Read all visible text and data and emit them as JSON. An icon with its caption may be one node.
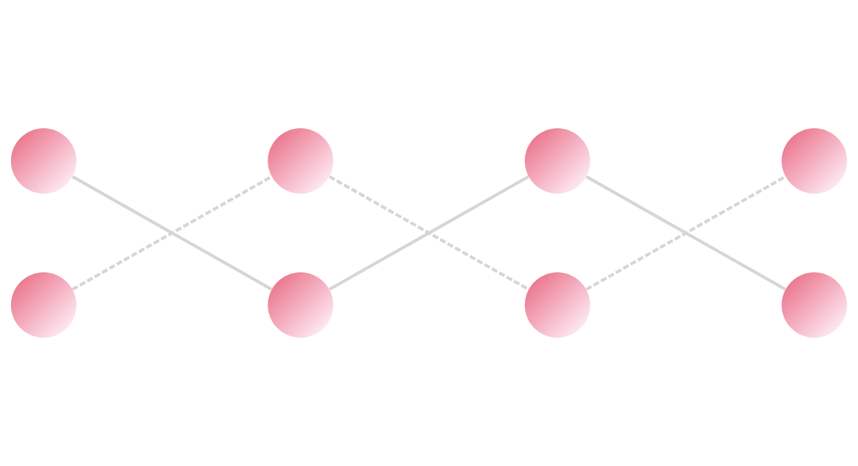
{
  "diagram": {
    "nodes": [
      {
        "text": [],
        "shape": "circle"
      },
      {
        "text": [],
        "shape": "circle"
      },
      {
        "text": [],
        "shape": "circle"
      },
      {
        "text": [],
        "shape": "circle"
      },
      {
        "text": [],
        "shape": "circle"
      },
      {
        "text": [],
        "shape": "circle"
      },
      {
        "text": [],
        "shape": "circle"
      },
      {
        "text": [],
        "shape": "circle"
      }
    ],
    "edges": [
      {
        "from": 0,
        "to": 3,
        "arrow": "none"
      },
      {
        "from": 3,
        "to": 4,
        "arrow": "none"
      },
      {
        "from": 4,
        "to": 7,
        "arrow": "none"
      },
      {
        "from": 1,
        "to": 2,
        "arrow": "none",
        "style": "dashed"
      },
      {
        "from": 2,
        "to": 5,
        "arrow": "none",
        "style": "dashed"
      },
      {
        "from": 5,
        "to": 6,
        "arrow": "none",
        "style": "dashed"
      }
    ]
  }
}
